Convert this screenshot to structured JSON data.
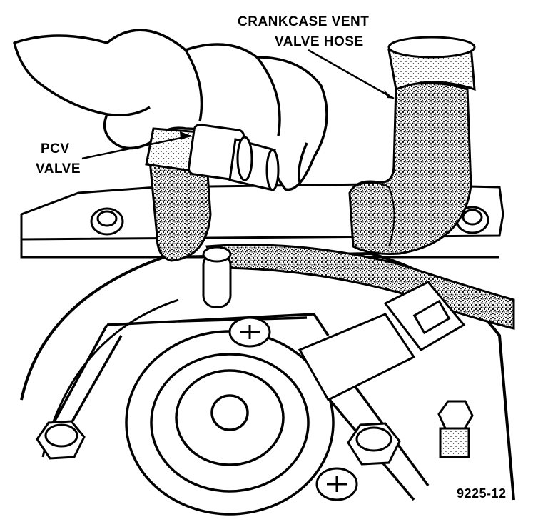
{
  "labels": {
    "crankcase_line1": "CRANKCASE VENT",
    "crankcase_line2": "VALVE HOSE",
    "pcv_line1": "PCV",
    "pcv_line2": "VALVE",
    "figure_number": "9225-12"
  },
  "colors": {
    "ink": "#000000",
    "paper": "#ffffff",
    "stipple": "#6b6b6b"
  }
}
